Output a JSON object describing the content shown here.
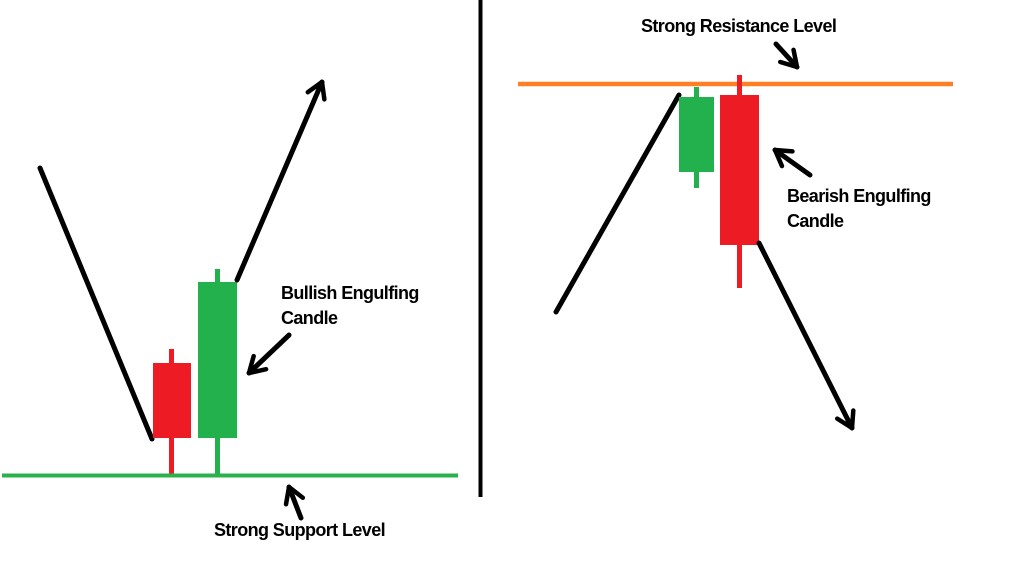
{
  "colors": {
    "bullish_green": "#22b14c",
    "bearish_red": "#ed1c24",
    "resistance_orange": "#ff7f27",
    "support_green": "#2ab14c",
    "ink": "#000000",
    "background": "#ffffff"
  },
  "left_panel": {
    "annotation_line1": "Bullish Engulfing",
    "annotation_line2": "Candle",
    "support_label": "Strong Support Level"
  },
  "right_panel": {
    "resistance_label": "Strong Resistance Level",
    "annotation_line1": "Bearish Engulfing",
    "annotation_line2": "Candle"
  }
}
